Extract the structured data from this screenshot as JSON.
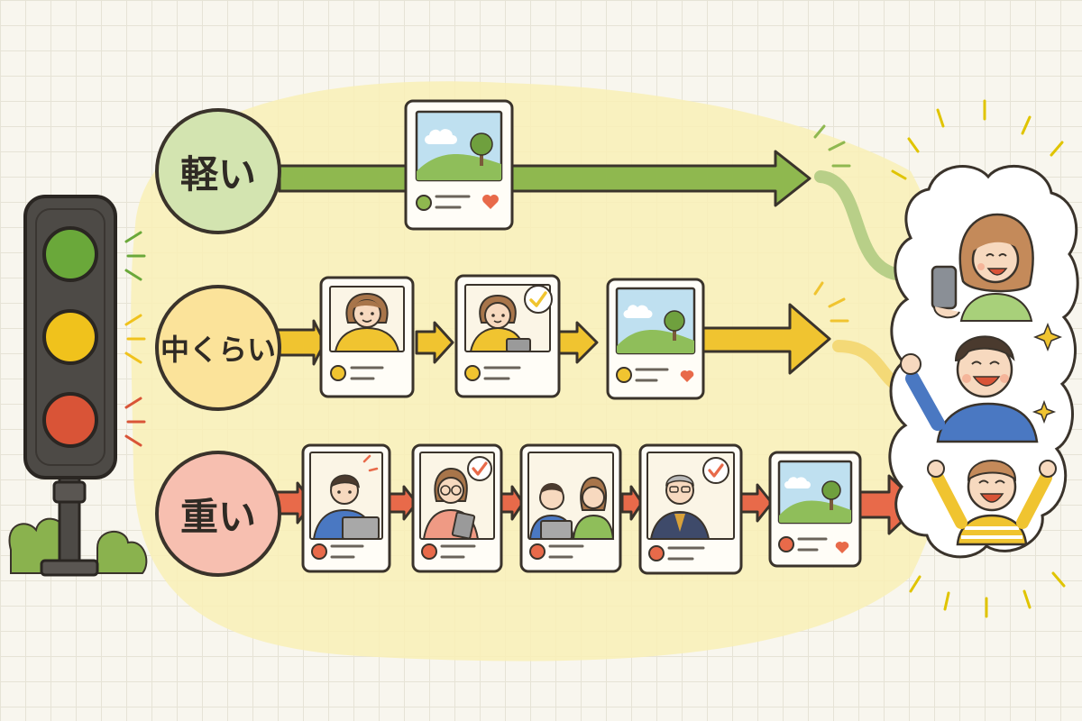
{
  "lanes": [
    {
      "label": "軽い",
      "color": "#8fb84f",
      "steps": [
        "landscape-photo-icon"
      ]
    },
    {
      "label": "中くらい",
      "color": "#f0c430",
      "steps": [
        "creator-person-icon",
        "reviewer-check-icon",
        "landscape-photo-icon"
      ]
    },
    {
      "label": "重い",
      "color": "#e86a4a",
      "steps": [
        "creator-laptop-icon",
        "reviewer-tablet-check-icon",
        "team-meeting-icon",
        "executive-approval-check-icon",
        "landscape-photo-icon"
      ]
    }
  ],
  "traffic_light": {
    "lamps": [
      "#6aa83a",
      "#f0c21c",
      "#d95437"
    ]
  },
  "audience": {
    "icons": [
      "woman-with-phone-icon",
      "cheering-boy-icon",
      "happy-child-icon"
    ]
  }
}
